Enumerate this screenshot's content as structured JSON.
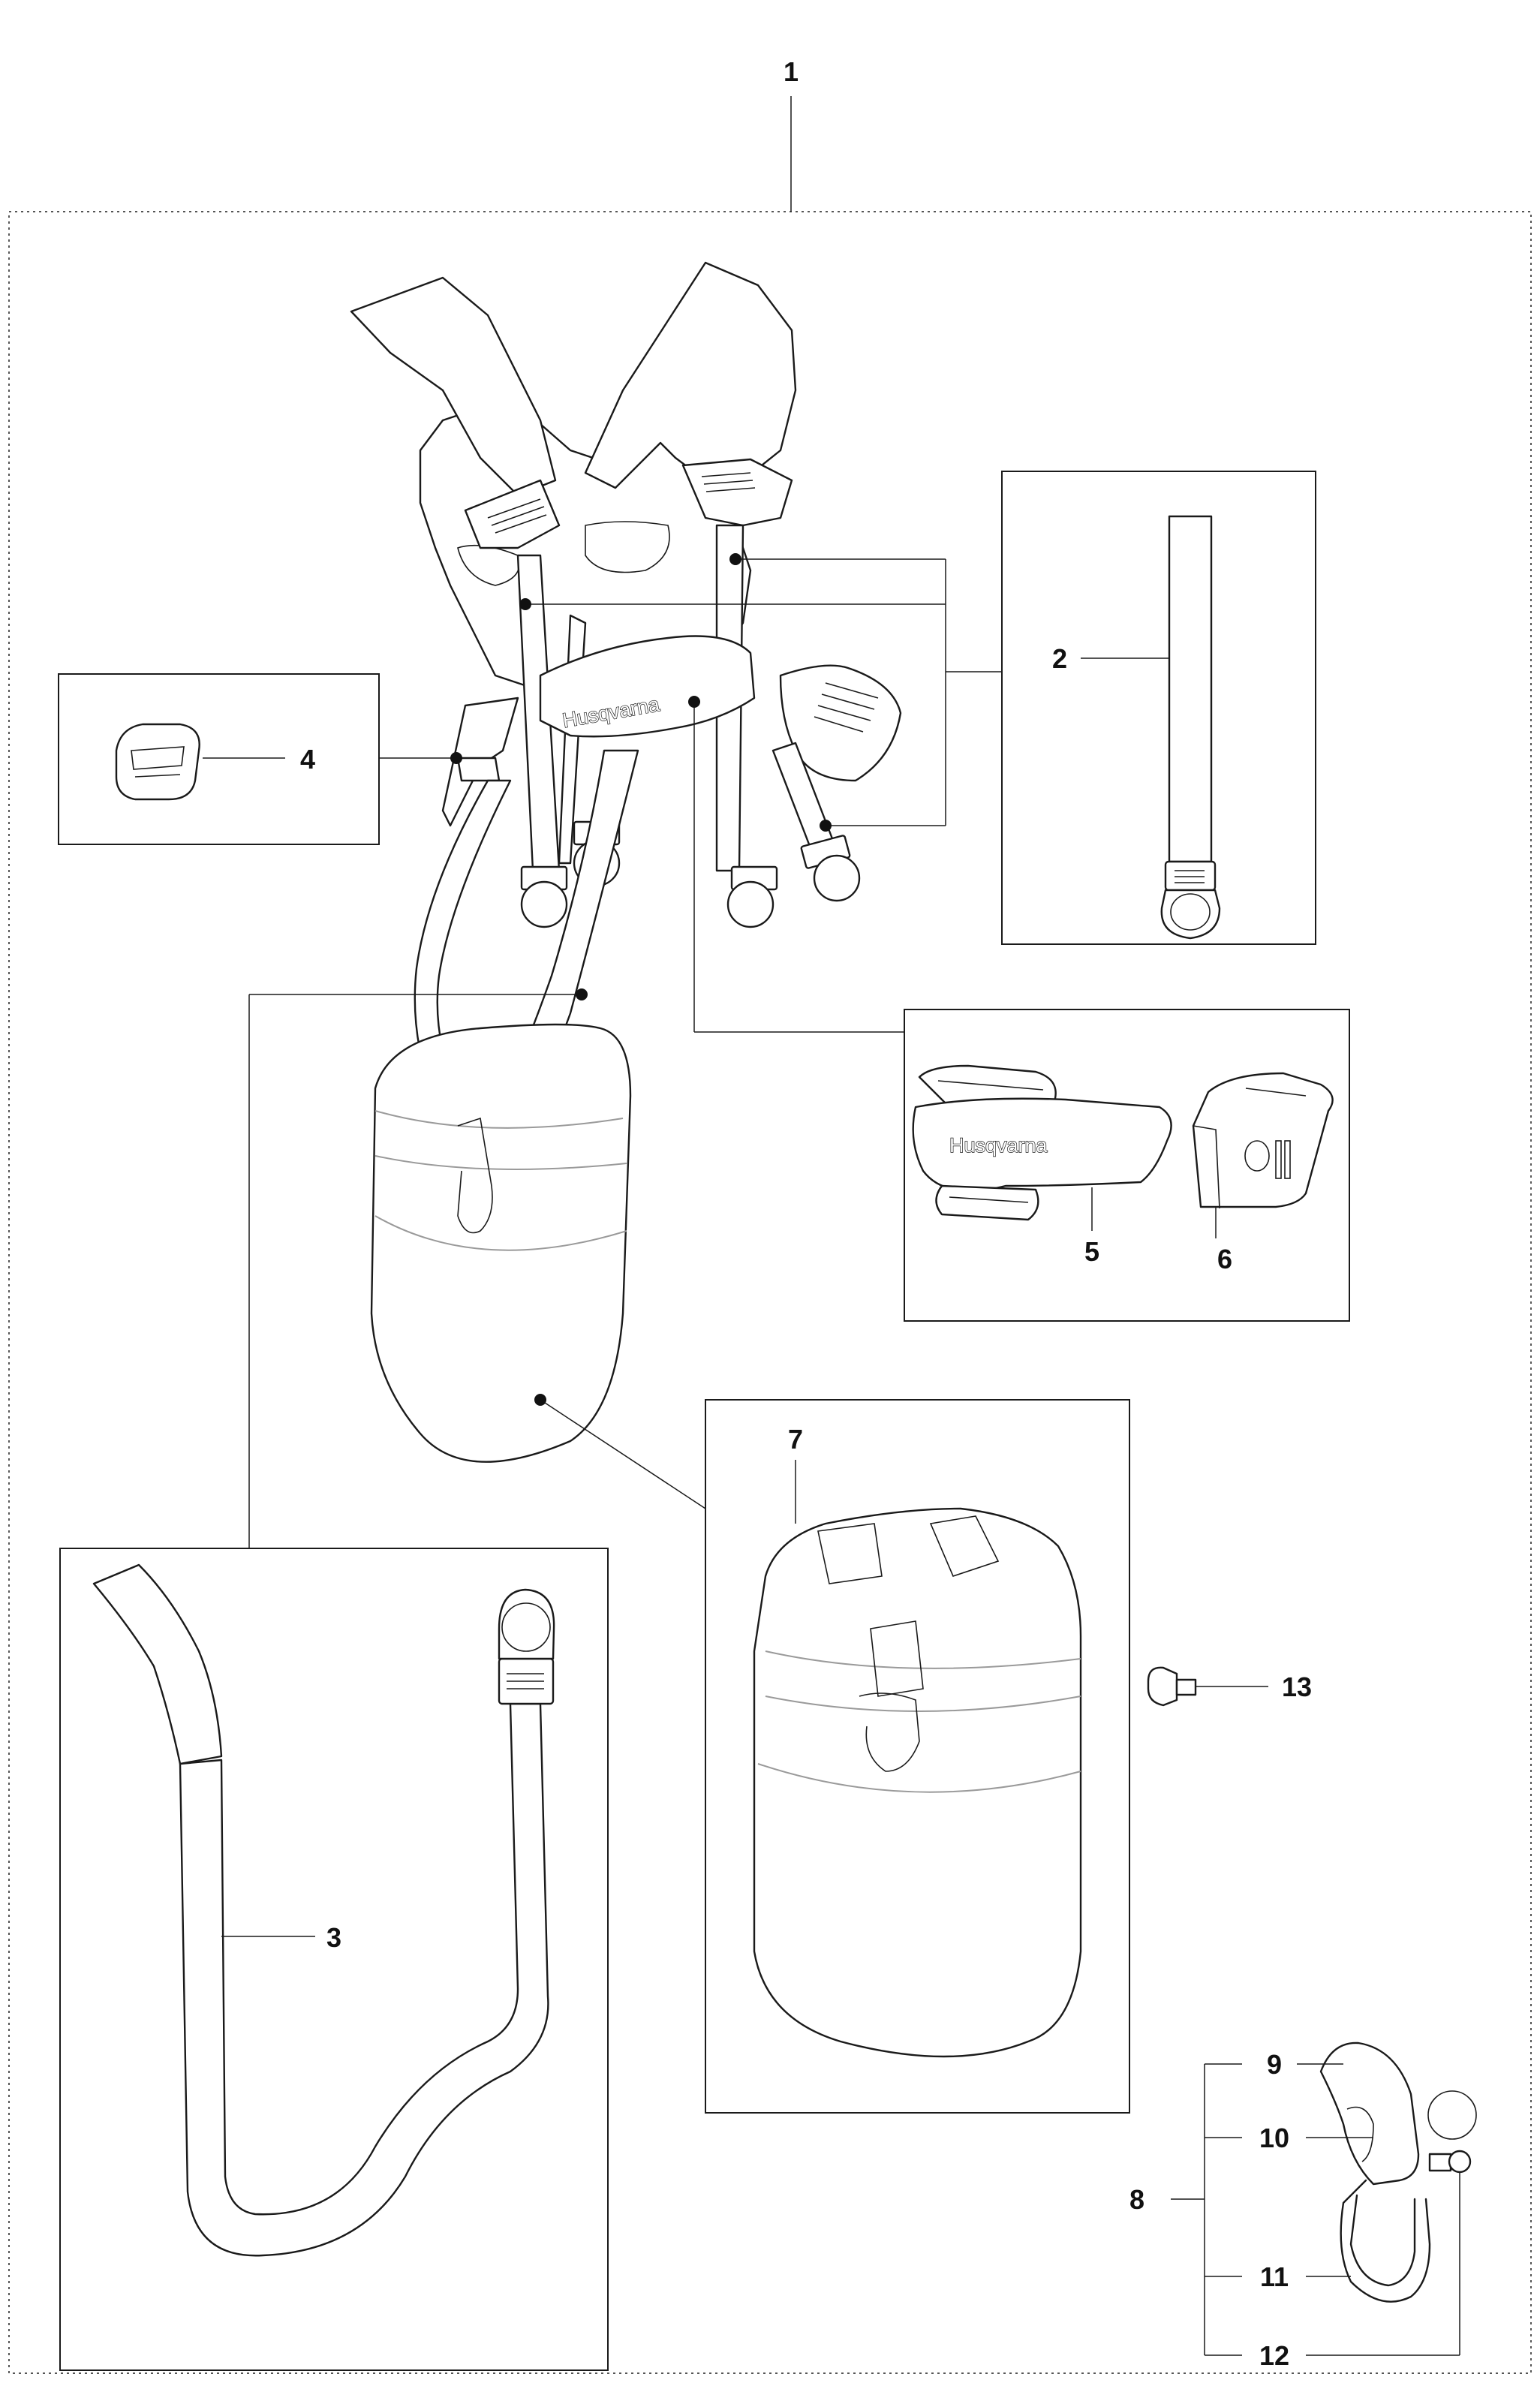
{
  "callouts": {
    "c1": "1",
    "c2": "2",
    "c3": "3",
    "c4": "4",
    "c5": "5",
    "c6": "6",
    "c7": "7",
    "c8": "8",
    "c9": "9",
    "c10": "10",
    "c11": "11",
    "c12": "12",
    "c13": "13"
  },
  "brand_text": "Husqvarna",
  "colors": {
    "ink": "#1a1a1a",
    "background": "#ffffff",
    "guide": "#9a9a9a"
  }
}
